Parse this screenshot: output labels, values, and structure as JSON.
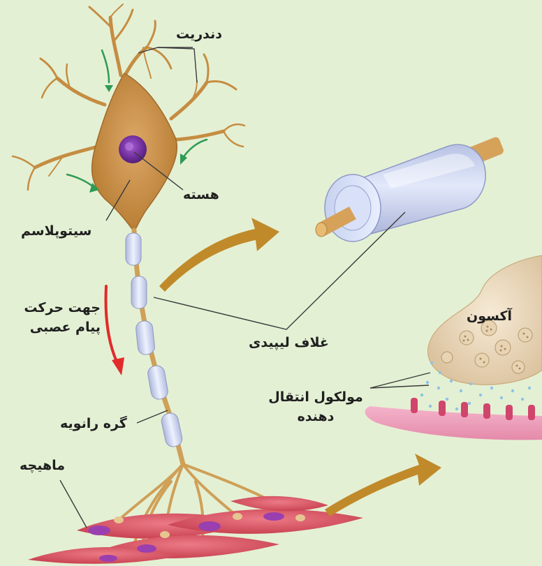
{
  "labels": {
    "dendrite": "دندریت",
    "nucleus": "هسته",
    "cytoplasm": "سیتوپلاسم",
    "signal_direction_line1": "جهت حرکت",
    "signal_direction_line2": "پیام عصبی",
    "lipid_sheath": "غلاف لیپیدی",
    "node_of_ranvier": "گره رانویه",
    "muscle": "ماهیچه",
    "axon": "آکسون",
    "neurotransmitter_line1": "مولکول انتقال",
    "neurotransmitter_line2": "دهنده"
  },
  "colors": {
    "background": "#e4f0d4",
    "cell_body": "#c48a3c",
    "nucleus": "#7e3aa6",
    "myelin": "#c9d2ec",
    "axon_core": "#d6a25a",
    "muscle": "#d8505e",
    "flow_arrow": "#c08a2a",
    "signal_arrow": "#e22b2b",
    "green_arrow": "#2f9a55",
    "terminal": "#eddcc0",
    "receptor_membrane": "#eb96b4"
  }
}
